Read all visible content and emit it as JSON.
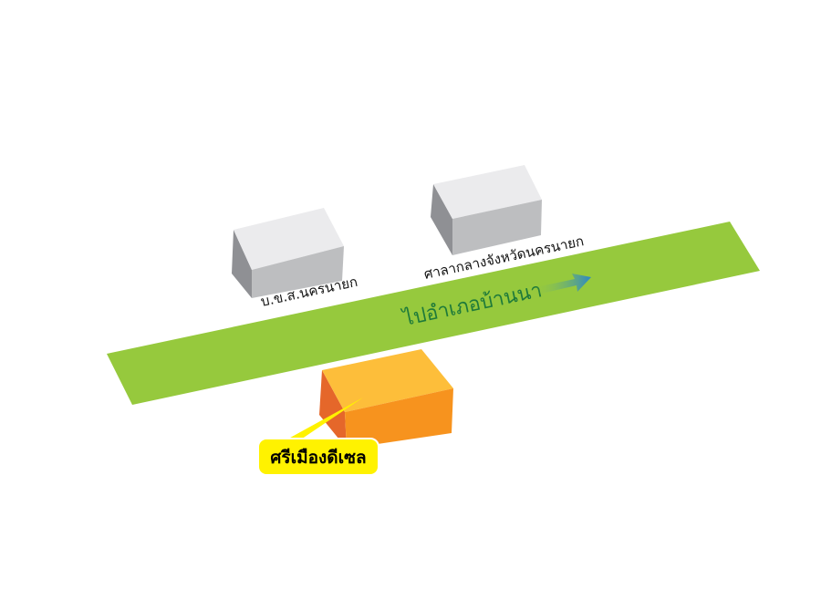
{
  "map": {
    "road": {
      "label": "ไปอำเภอบ้านนา",
      "color": "#96c93d",
      "label_color": "#1e7a3a",
      "direction_icon": "arrow-right-icon",
      "arrow_color": "#2b86c8"
    },
    "landmarks": [
      {
        "name": "บ.ข.ส.นครนายก",
        "color": "#c4c5c7"
      },
      {
        "name": "ศาลากลางจังหวัดนครนายก",
        "color": "#c4c5c7"
      }
    ],
    "destination": {
      "name": "ศรีเมืองดีเซล",
      "color": "#f7931e",
      "callout_color": "#fff200"
    }
  }
}
